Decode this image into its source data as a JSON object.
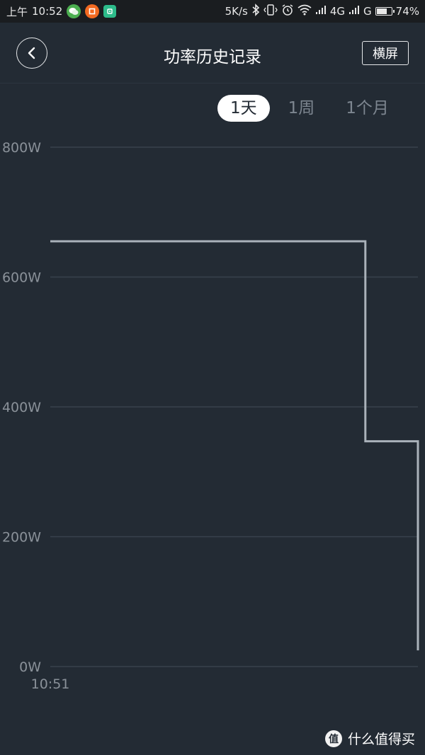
{
  "status_bar": {
    "period": "上午",
    "time": "10:52",
    "net_speed": "5K/s",
    "network_1": "4G",
    "network_2": "G",
    "battery_text": "74%",
    "battery_level": 0.74
  },
  "header": {
    "title": "功率历史记录",
    "landscape_label": "横屏"
  },
  "tabs": [
    {
      "label": "1天",
      "active": true
    },
    {
      "label": "1周",
      "active": false
    },
    {
      "label": "1个月",
      "active": false
    }
  ],
  "chart_data": {
    "type": "line",
    "step": true,
    "ylim": [
      0,
      800
    ],
    "yticks": [
      0,
      200,
      400,
      600,
      800
    ],
    "ytick_labels": [
      "0W",
      "200W",
      "400W",
      "600W",
      "800W"
    ],
    "xtick_labels": [
      "10:51"
    ],
    "grid": true,
    "series": [
      {
        "color": "#aab2ba",
        "points": [
          [
            0.0,
            655
          ],
          [
            0.857,
            655
          ],
          [
            0.857,
            347
          ],
          [
            1.0,
            347
          ],
          [
            1.0,
            25
          ]
        ]
      }
    ]
  },
  "watermark": {
    "logo": "值",
    "text": "什么值得买"
  }
}
